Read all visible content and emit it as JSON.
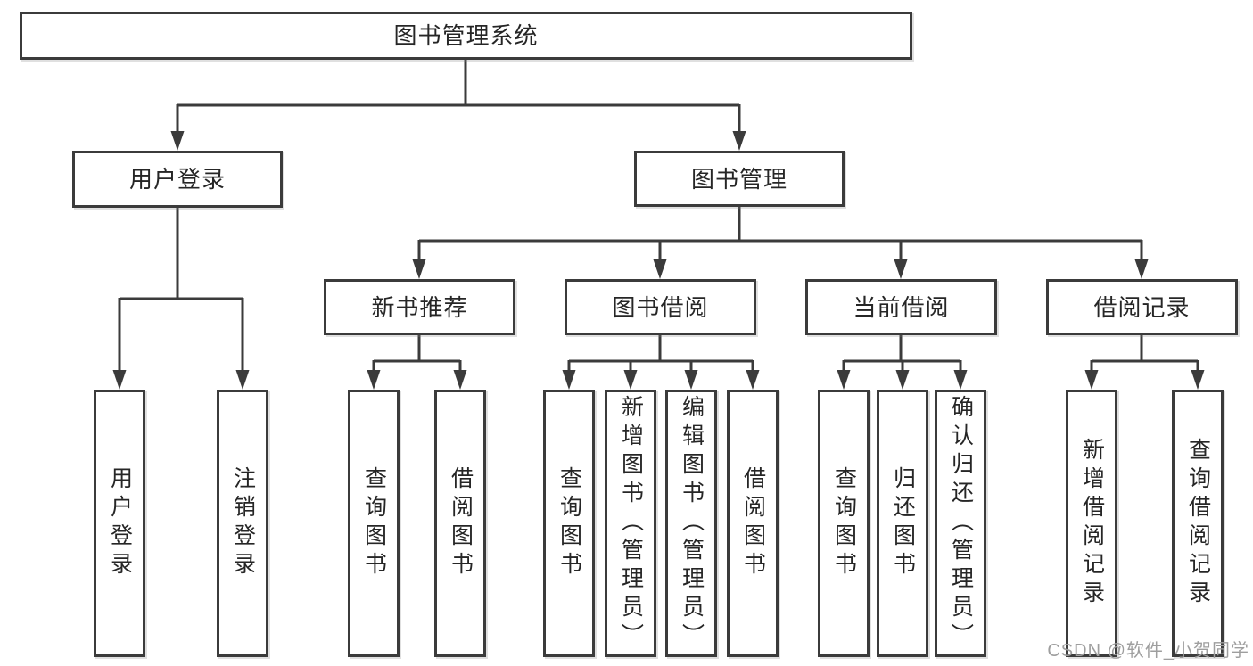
{
  "diagram": {
    "type": "hierarchy-tree",
    "orientation": "top-down"
  },
  "tree": {
    "label": "图书管理系统",
    "children": [
      {
        "label": "用户登录",
        "children": [
          {
            "label": "用户登录"
          },
          {
            "label": "注销登录"
          }
        ]
      },
      {
        "label": "图书管理",
        "children": [
          {
            "label": "新书推荐",
            "children": [
              {
                "label": "查询图书"
              },
              {
                "label": "借阅图书"
              }
            ]
          },
          {
            "label": "图书借阅",
            "children": [
              {
                "label": "查询图书"
              },
              {
                "label": "新增图书（管理员）"
              },
              {
                "label": "编辑图书（管理员）"
              },
              {
                "label": "借阅图书"
              }
            ]
          },
          {
            "label": "当前借阅",
            "children": [
              {
                "label": "查询图书"
              },
              {
                "label": "归还图书"
              },
              {
                "label": "确认归还（管理员）"
              }
            ]
          },
          {
            "label": "借阅记录",
            "children": [
              {
                "label": "新增借阅记录"
              },
              {
                "label": "查询借阅记录"
              }
            ]
          }
        ]
      }
    ]
  },
  "watermark": "CSDN @软件_小贺同学",
  "colors": {
    "line": "#3b3b3b",
    "text": "#262626",
    "background": "#ffffff",
    "watermark": "#9e9e9e"
  }
}
